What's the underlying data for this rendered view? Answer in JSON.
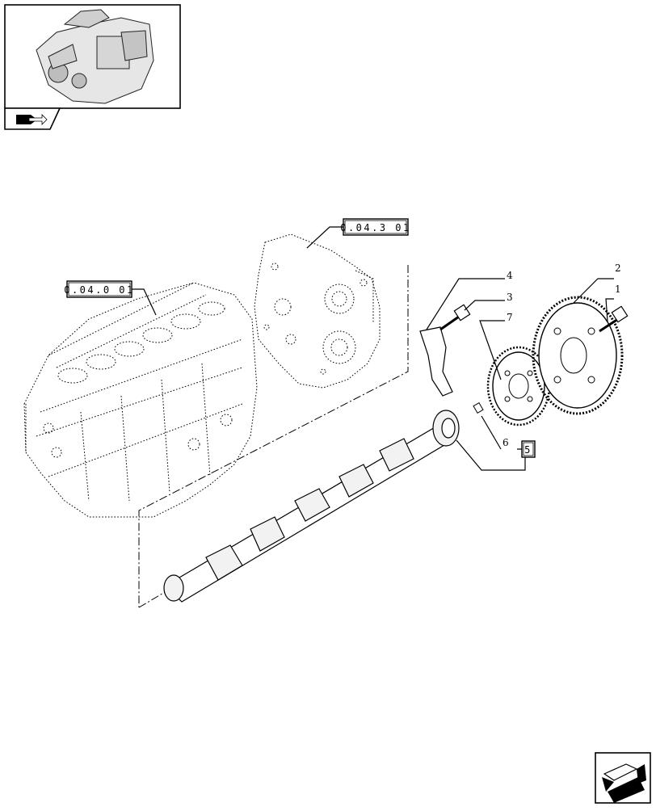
{
  "references": {
    "ref1": "0.04.3 01",
    "ref2": "0.04.0 01",
    "ref3": "5"
  },
  "callouts": [
    "1",
    "2",
    "3",
    "4",
    "7",
    "6"
  ],
  "icons": {
    "header": "engine-thumbnail",
    "section": "book-with-arrow-icon",
    "next": "next-page-arrow-icon"
  },
  "colors": {
    "ink": "#000000",
    "paper": "#ffffff"
  }
}
